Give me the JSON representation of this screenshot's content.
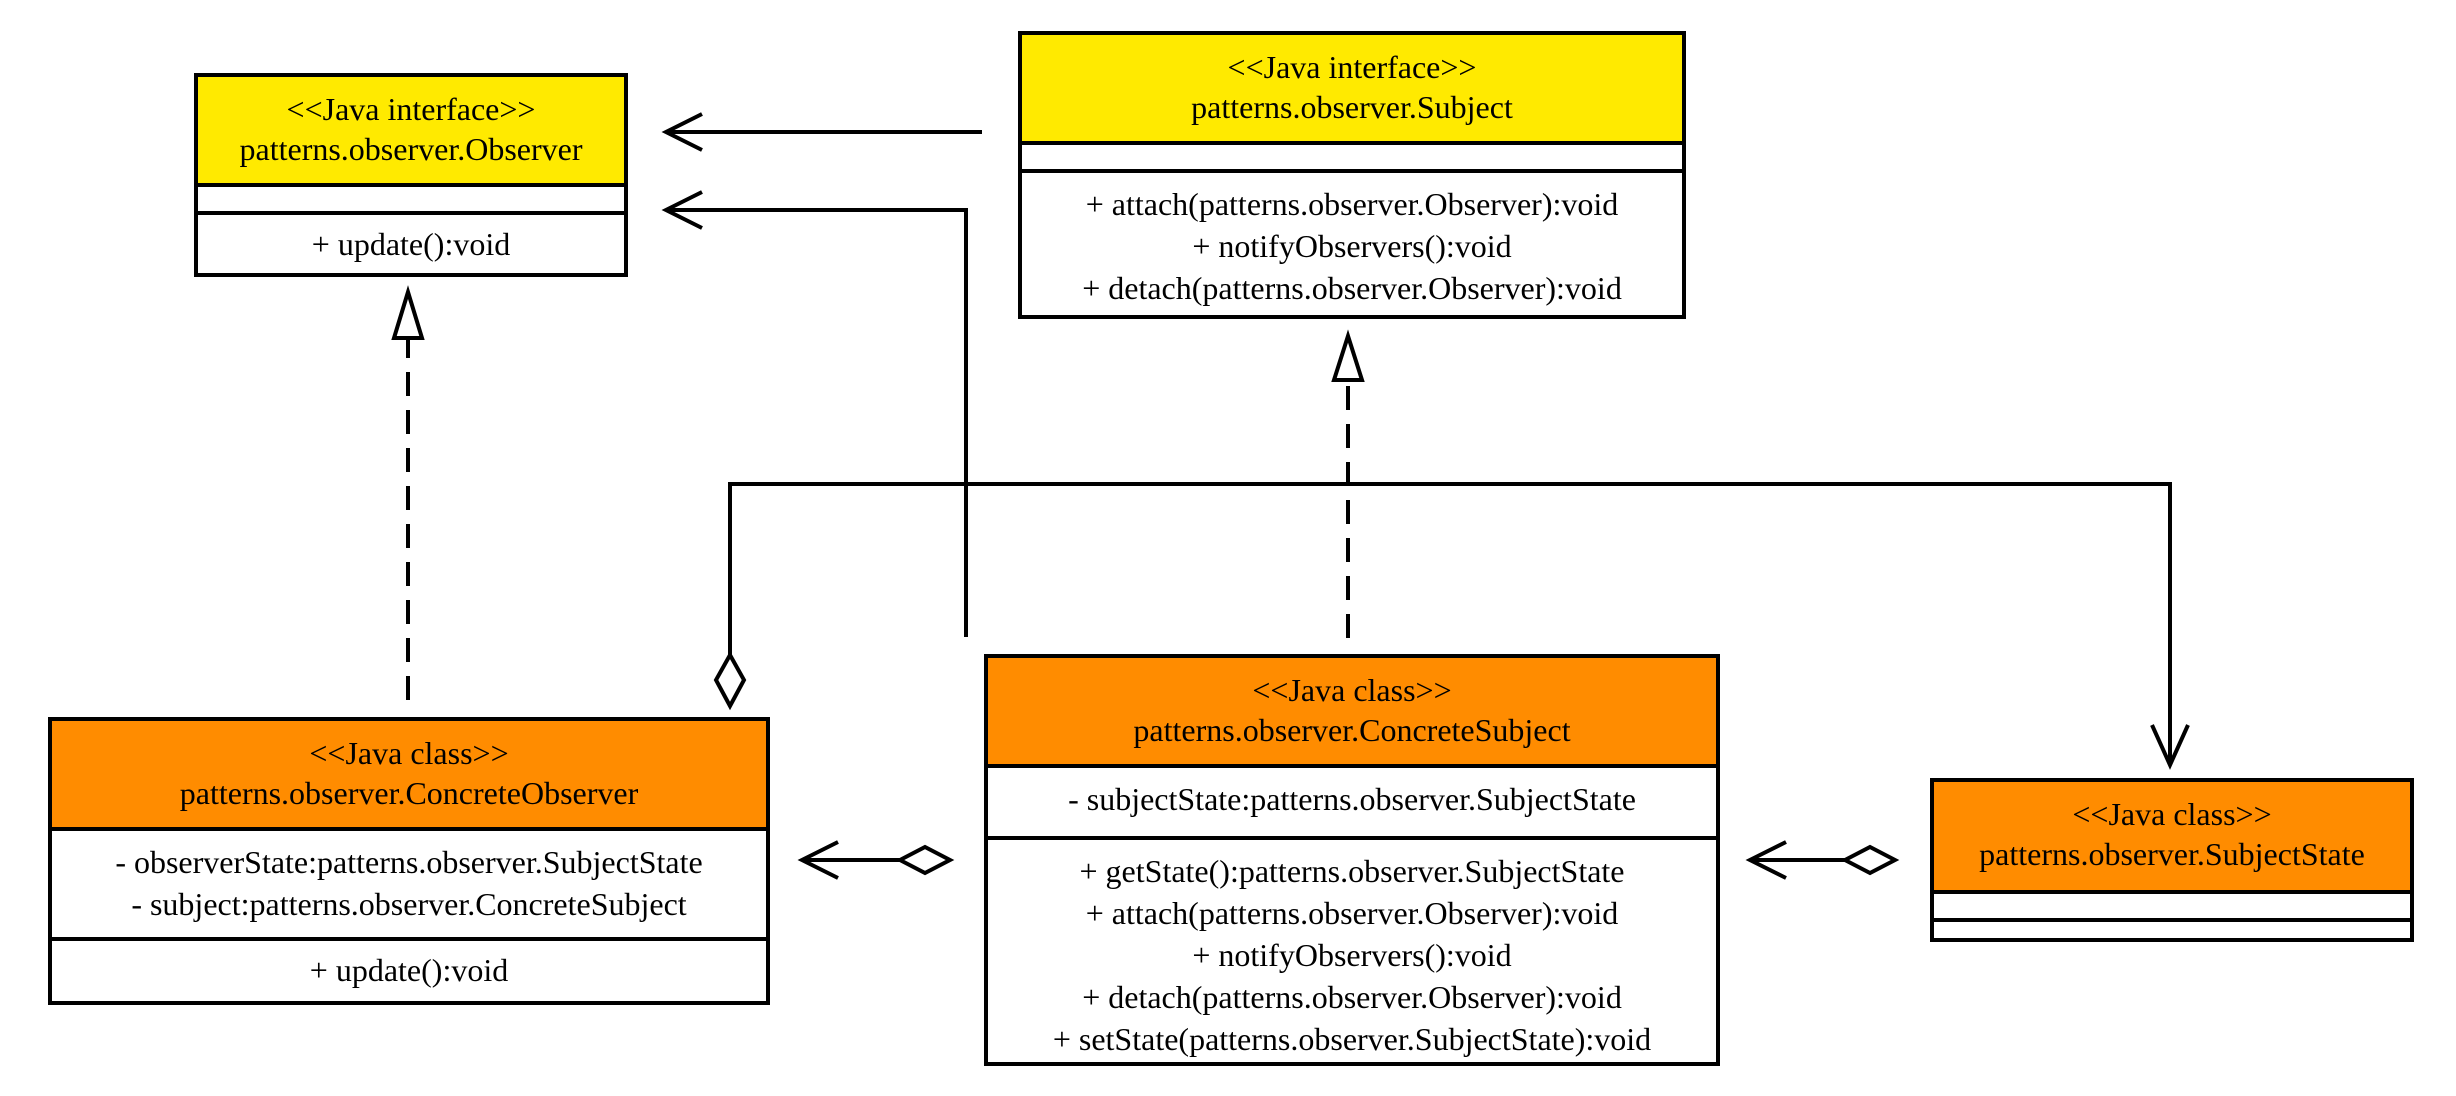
{
  "colors": {
    "interface_fill": "#FFEA00",
    "class_fill": "#FF8C00",
    "line": "#000000",
    "box_fill": "#FFFFFF"
  },
  "observer": {
    "stereotype": "<<Java interface>>",
    "name": "patterns.observer.Observer",
    "attributes": [],
    "methods": [
      "+ update():void"
    ]
  },
  "subject": {
    "stereotype": "<<Java interface>>",
    "name": "patterns.observer.Subject",
    "attributes": [],
    "methods": [
      "+ attach(patterns.observer.Observer):void",
      "+ notifyObservers():void",
      "+ detach(patterns.observer.Observer):void"
    ]
  },
  "concrete_observer": {
    "stereotype": "<<Java class>>",
    "name": "patterns.observer.ConcreteObserver",
    "attributes": [
      "- observerState:patterns.observer.SubjectState",
      "- subject:patterns.observer.ConcreteSubject"
    ],
    "methods": [
      "+ update():void"
    ]
  },
  "concrete_subject": {
    "stereotype": "<<Java class>>",
    "name": "patterns.observer.ConcreteSubject",
    "attributes": [
      "- subjectState:patterns.observer.SubjectState"
    ],
    "methods": [
      "+ getState():patterns.observer.SubjectState",
      "+ attach(patterns.observer.Observer):void",
      "+ notifyObservers():void",
      "+ detach(patterns.observer.Observer):void",
      "+ setState(patterns.observer.SubjectState):void"
    ]
  },
  "subject_state": {
    "stereotype": "<<Java class>>",
    "name": "patterns.observer.SubjectState",
    "attributes": [],
    "methods": []
  }
}
